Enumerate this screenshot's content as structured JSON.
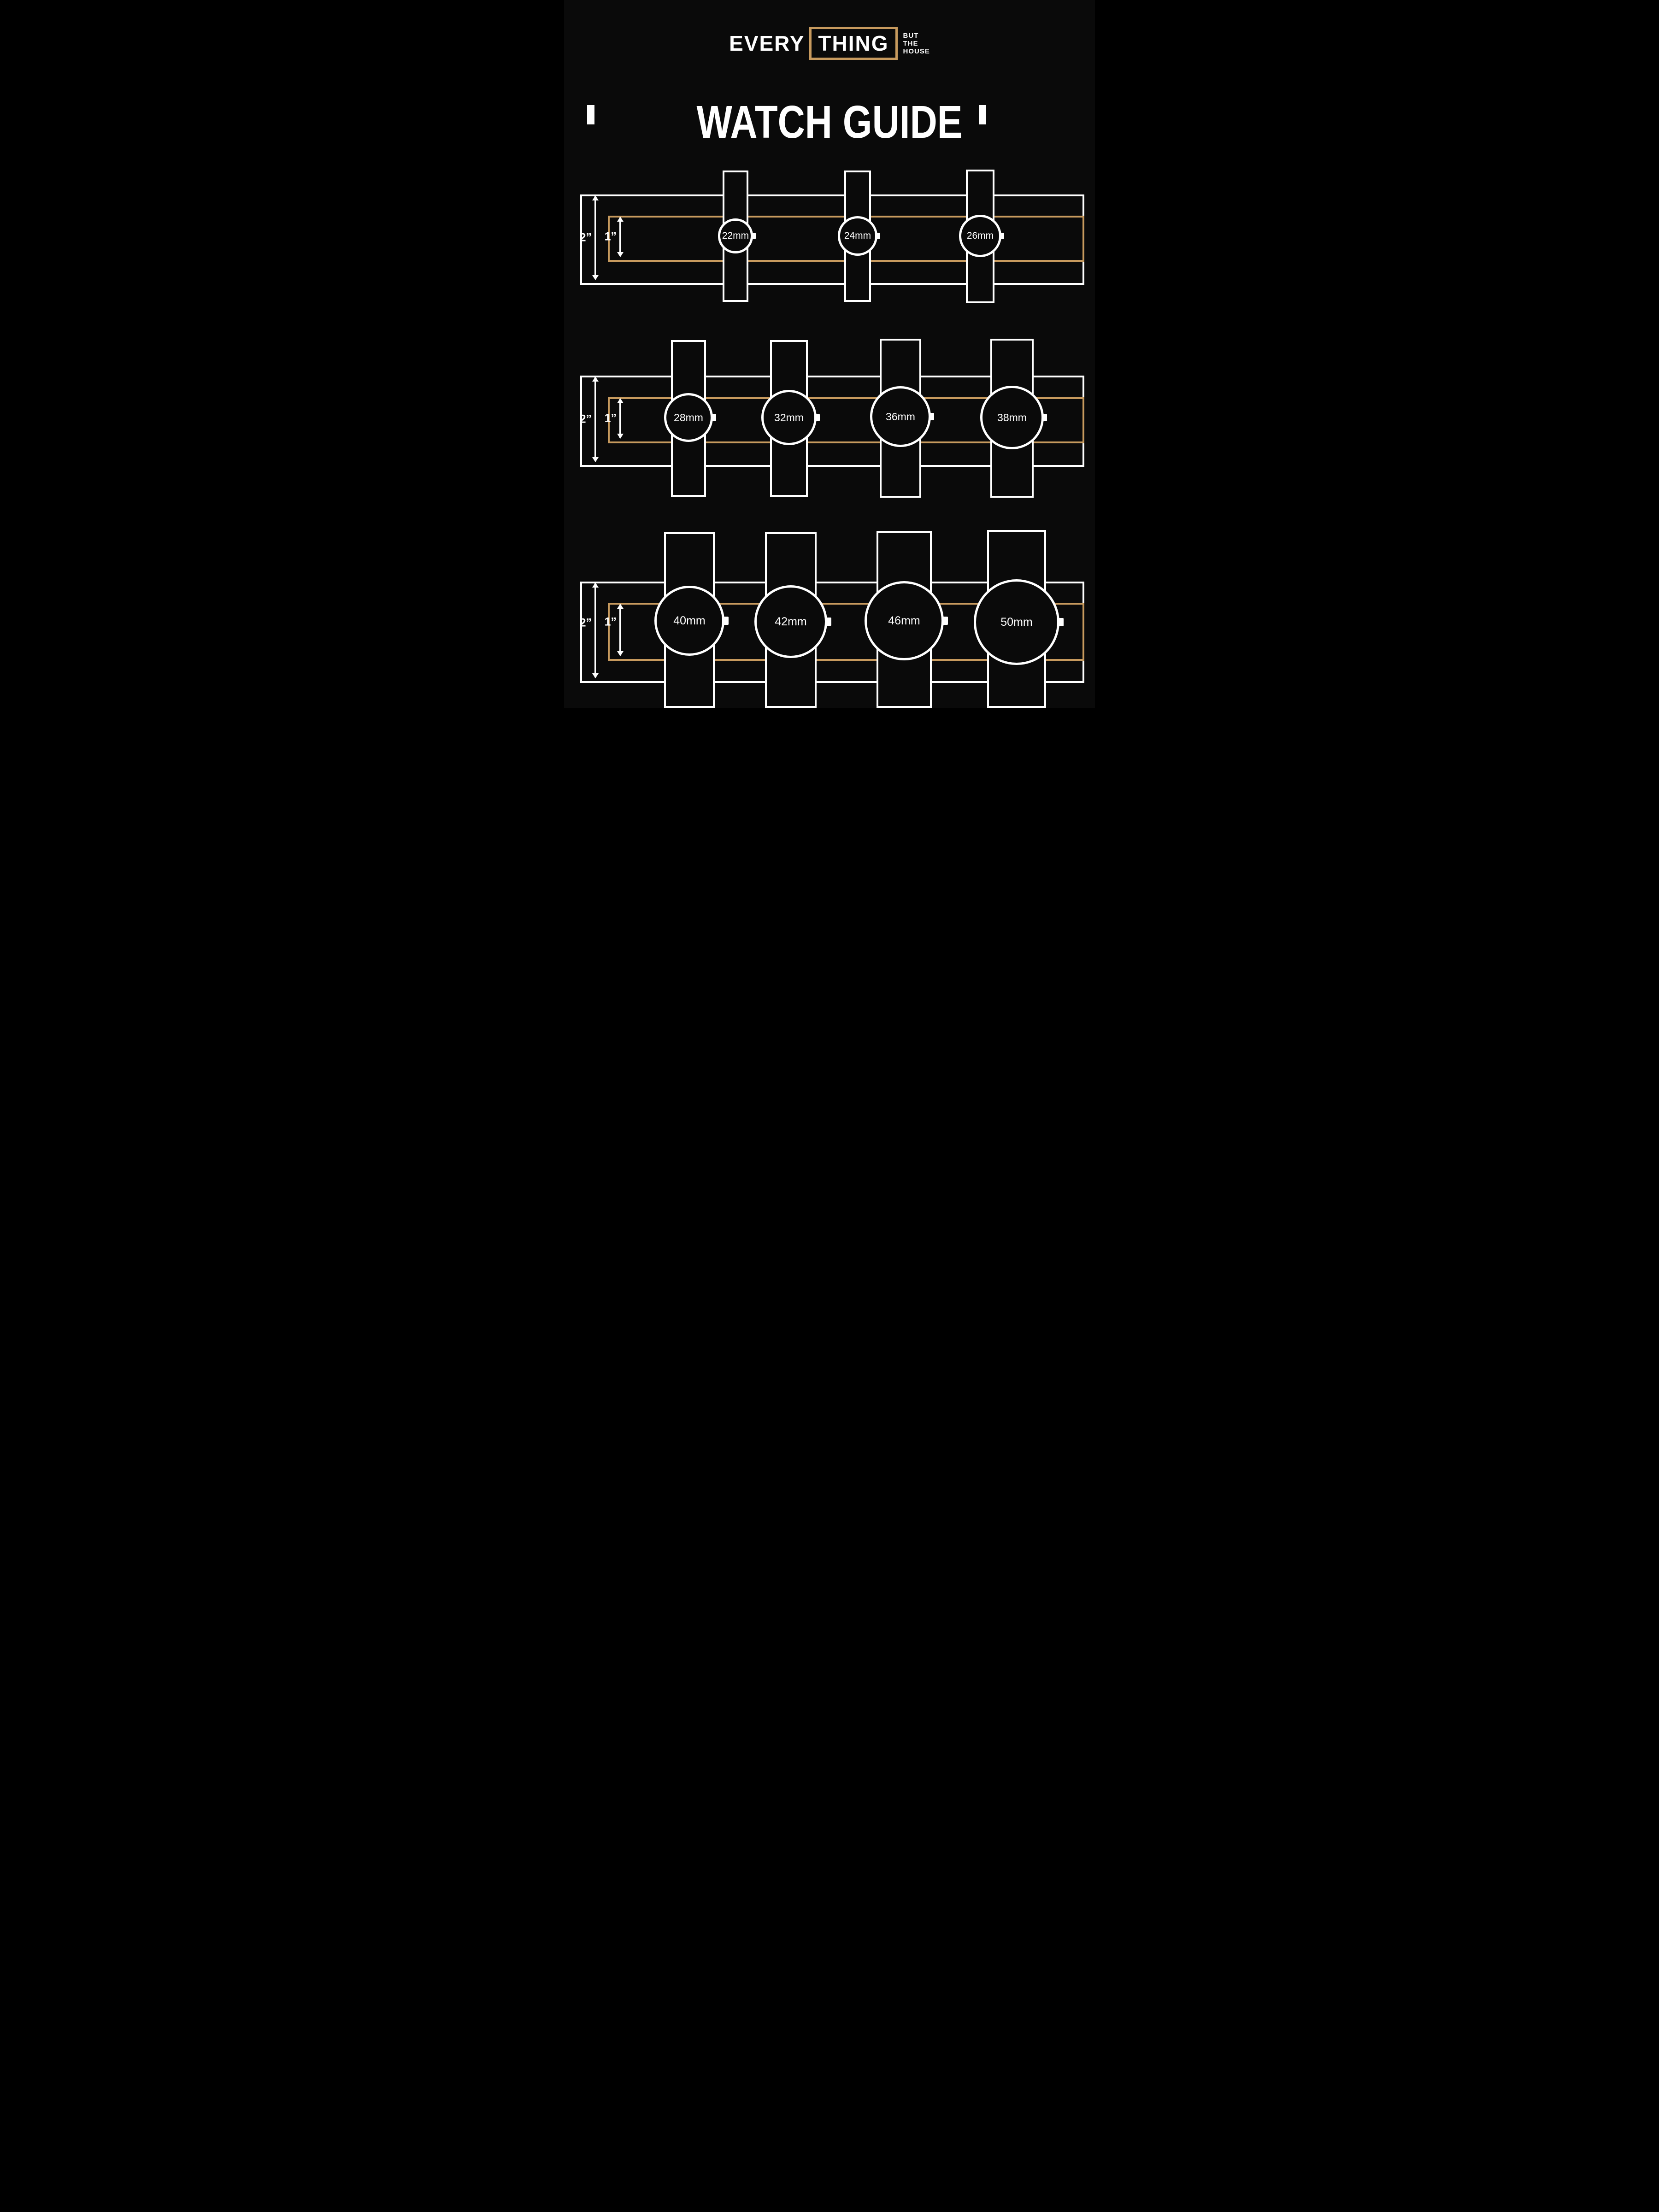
{
  "logo": {
    "word1": "EVERY",
    "word2": "THING",
    "tagline_line1": "BUT",
    "tagline_line2": "THE",
    "tagline_line3": "HOUSE"
  },
  "title": "WATCH GUIDE",
  "colors": {
    "background": "#0a0a0a",
    "white": "#ffffff",
    "tan": "#c79a5e"
  },
  "rows": [
    {
      "dim_outer": "2”",
      "dim_inner": "1”",
      "watches": [
        {
          "label": "22mm"
        },
        {
          "label": "24mm"
        },
        {
          "label": "26mm"
        }
      ]
    },
    {
      "dim_outer": "2”",
      "dim_inner": "1”",
      "watches": [
        {
          "label": "28mm"
        },
        {
          "label": "32mm"
        },
        {
          "label": "36mm"
        },
        {
          "label": "38mm"
        }
      ]
    },
    {
      "dim_outer": "2”",
      "dim_inner": "1”",
      "watches": [
        {
          "label": "40mm"
        },
        {
          "label": "42mm"
        },
        {
          "label": "46mm"
        },
        {
          "label": "50mm"
        }
      ]
    }
  ]
}
